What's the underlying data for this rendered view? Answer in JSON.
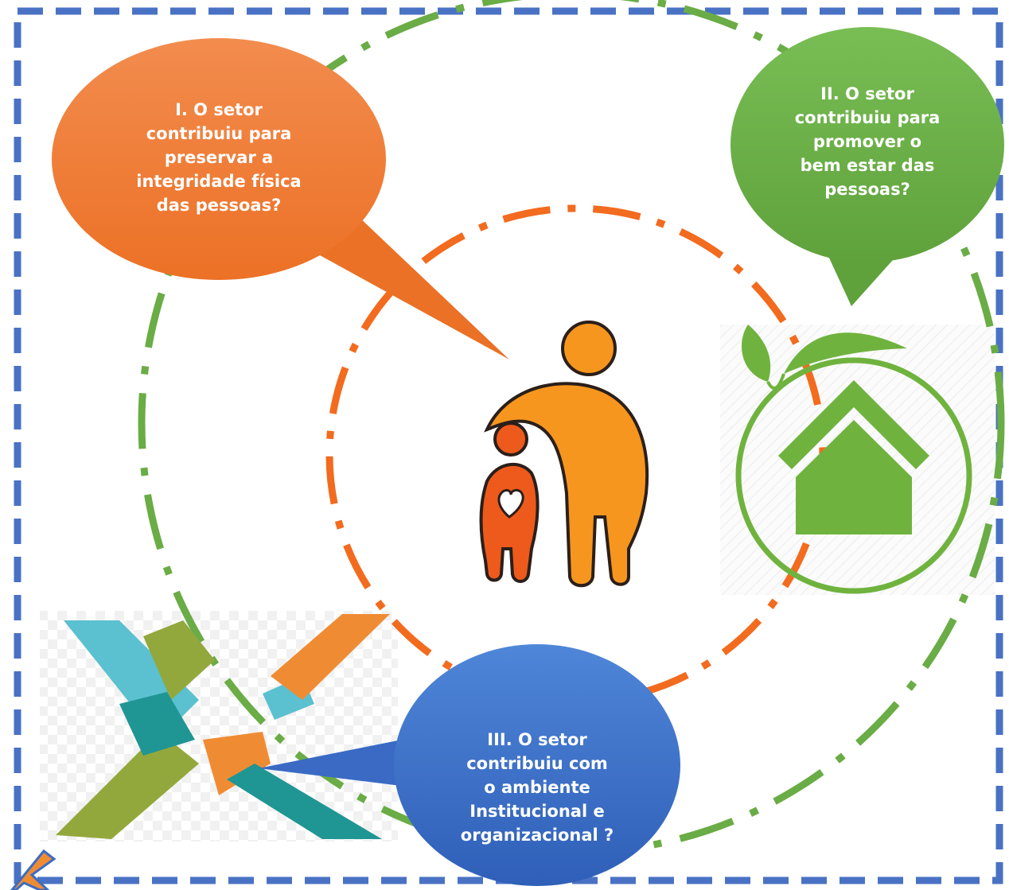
{
  "colors": {
    "frame": "#4a72c4",
    "green": "#6aac45",
    "orange": "#ef7a2c",
    "blue": "#3b6cc5",
    "text": "#ffffff"
  },
  "bubbles": {
    "physical": {
      "lines": [
        "I. O setor",
        "contribuiu para",
        "preservar a",
        "integridade física",
        "das pessoas?"
      ]
    },
    "wellbeing": {
      "lines": [
        "II. O setor",
        "contribuiu para",
        "promover o",
        "bem estar das",
        "pessoas?"
      ]
    },
    "institutional": {
      "lines": [
        "III. O setor",
        "contribuiu com",
        "o ambiente",
        "Institucional e",
        "organizacional ?"
      ]
    }
  },
  "icons": {
    "center": "parent-child-heart-icon",
    "right": "eco-house-leaves-icon",
    "left": "hands-teamwork-icon",
    "corner": "orange-arrow-icon"
  }
}
